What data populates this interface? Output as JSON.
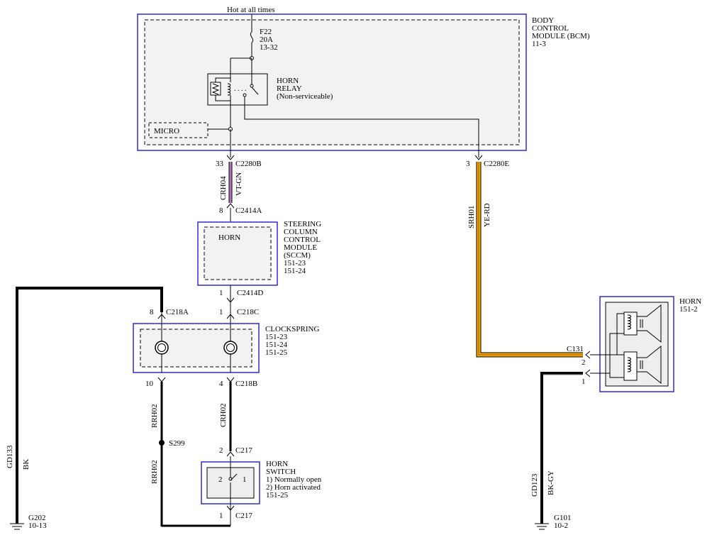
{
  "top_label": "Hot at all times",
  "fuse": {
    "id": "F22",
    "rating": "20A",
    "ref": "13-32"
  },
  "bcm": {
    "line1": "BODY",
    "line2": "CONTROL",
    "line3": "MODULE (BCM)",
    "ref": "11-3"
  },
  "relay": {
    "line1": "HORN",
    "line2": "RELAY",
    "line3": "(Non-serviceable)"
  },
  "micro": "MICRO",
  "connectors": {
    "c2280b_pin": "33",
    "c2280b": "C2280B",
    "c2280e_pin": "3",
    "c2280e": "C2280E",
    "c2414a_pin": "8",
    "c2414a": "C2414A",
    "c2414d_pin": "1",
    "c2414d": "C2414D",
    "c218a_pin": "8",
    "c218a": "C218A",
    "c218c_pin": "1",
    "c218c": "C218C",
    "c218b_pin10": "10",
    "c218b_pin4": "4",
    "c218b": "C218B",
    "c217_pin2": "2",
    "c217_top": "C217",
    "c217_pin1": "1",
    "c217_bot": "C217",
    "c131": "C131",
    "c131_pin2": "2",
    "c131_pin1": "1"
  },
  "wires": {
    "crh04": "CRH04",
    "crh04_color": "VT-GN",
    "srh01": "SRH01",
    "srh01_color": "YE-RD",
    "rrh02_a": "RRH02",
    "rrh02_b": "RRH02",
    "crh02": "CRH02",
    "gd133": "GD133",
    "gd133_color": "BK",
    "gd123": "GD123",
    "gd123_color": "BK-GY"
  },
  "sccm": {
    "inner": "HORN",
    "line1": "STEERING",
    "line2": "COLUMN",
    "line3": "CONTROL",
    "line4": "MODULE",
    "line5": "(SCCM)",
    "ref1": "151-23",
    "ref2": "151-24"
  },
  "clockspring": {
    "title": "CLOCKSPRING",
    "ref1": "151-23",
    "ref2": "151-24",
    "ref3": "151-25"
  },
  "splice": "S299",
  "horn_switch": {
    "line1": "HORN",
    "line2": "SWITCH",
    "note1": "1) Normally open",
    "note2": "2) Horn activated",
    "ref": "151-25",
    "pos2": "2",
    "pos1": "1"
  },
  "horn": {
    "title": "HORN",
    "ref": "151-2"
  },
  "grounds": {
    "g202": "G202",
    "g202_ref": "10-13",
    "g101": "G101",
    "g101_ref": "10-2"
  },
  "colors": {
    "module_outline": "#2b2bd6",
    "vt_gn_wire": "#b07ab7",
    "ye_rd_wire": "#f0b000",
    "ye_rd_stripe": "#c24a00"
  }
}
